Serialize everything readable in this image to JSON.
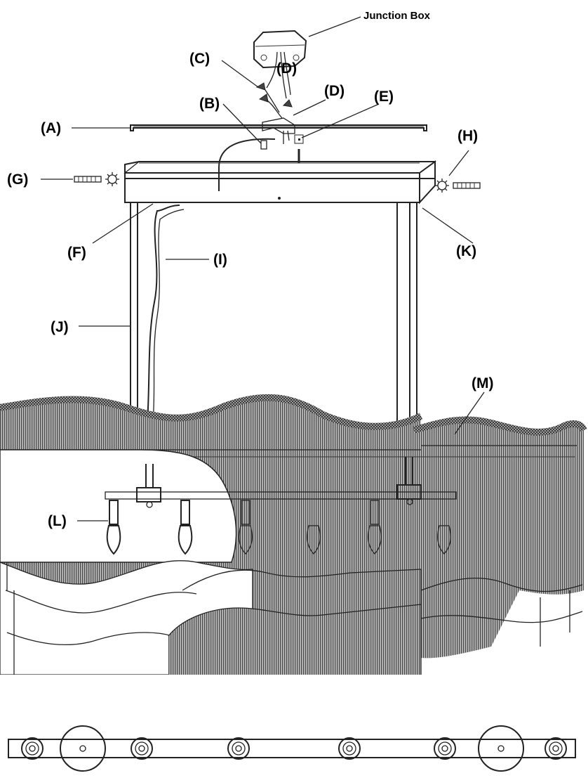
{
  "labels": {
    "junction_box": "Junction Box",
    "A": "(A)",
    "B": "(B)",
    "C": "(C)",
    "D_upper": "(D)",
    "D_lower": "(D)",
    "E": "(E)",
    "F": "(F)",
    "G": "(G)",
    "H": "(H)",
    "I": "(I)",
    "J": "(J)",
    "K": "(K)",
    "L": "(L)",
    "M": "(M)"
  },
  "colors": {
    "line": "#222222",
    "shade_dark": "#555555",
    "shade_light": "#b8b8b8",
    "background": "#ffffff"
  },
  "icons": {
    "junction-box": "octagonal ceiling box",
    "wire-nut": "cone connector",
    "bulb": "candelabra bulb",
    "lock-nut": "sun-shaped nut"
  }
}
